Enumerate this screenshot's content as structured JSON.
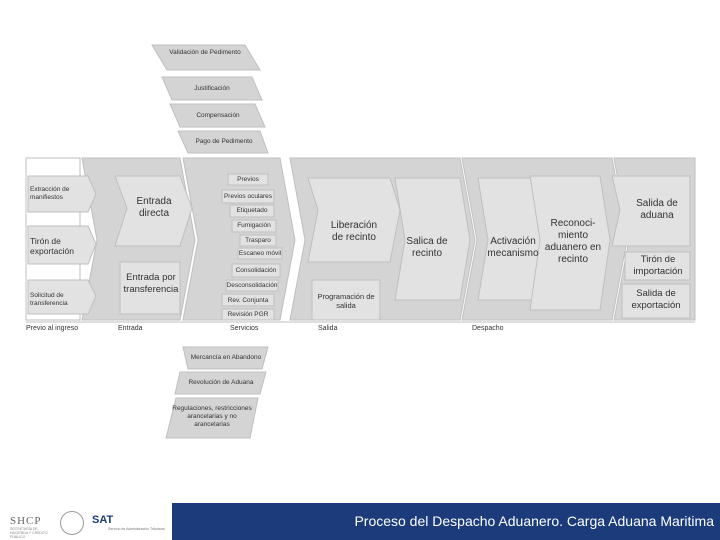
{
  "top_boxes": [
    "Validación de Pedimento",
    "Justificación",
    "Compensación",
    "Pago de Pedimento"
  ],
  "bottom_boxes": [
    "Mercancía en Abandono",
    "Revolución de Aduana",
    "Regulaciones, restricciones arancelarias y no arancelarias"
  ],
  "col1": {
    "items": [
      "Extracción de manifiestos",
      "Tirón de exportación",
      "Solicitud de transferencia"
    ],
    "section": "Previo al ingreso"
  },
  "col2": {
    "items": [
      "Entrada directa",
      "Entrada por transferencia"
    ],
    "section": "Entrada"
  },
  "col3": {
    "items": [
      "Previos",
      "Previos oculares",
      "Etiquetado",
      "Fumigación",
      "Trasparo",
      "Escaneo móvil",
      "Consolidación",
      "Desconsolidación",
      "Rev. Conjunta",
      "Revisión PGR"
    ],
    "section": "Servicios"
  },
  "col4": {
    "items": [
      "Liberación de recinto",
      "Programación de salida"
    ],
    "section": "Salida"
  },
  "col5": {
    "items": [
      "Salica de recinto"
    ]
  },
  "col6": {
    "items": [
      "Activación mecanismo"
    ],
    "section": "Despacho"
  },
  "col7": {
    "items": [
      "Reconoci- miento aduanero en recinto"
    ]
  },
  "col8": {
    "items": [
      "Salida de aduana",
      "Tirón de importación",
      "Salida de exportación"
    ]
  },
  "footer": {
    "title": "Proceso del Despacho Aduanero. Carga Aduana Maritima",
    "logo_left": "SHCP",
    "logo_left_sub": "SECRETARÍA DE HACIENDA Y CRÉDITO PÚBLICO",
    "logo_right": "SAT",
    "logo_right_sub": "Servicio de Administración Tributaria"
  },
  "colors": {
    "box_fill": "#d4d4d4",
    "box_stroke": "#bdbdbd",
    "footer_bar": "#1b3b7a"
  }
}
